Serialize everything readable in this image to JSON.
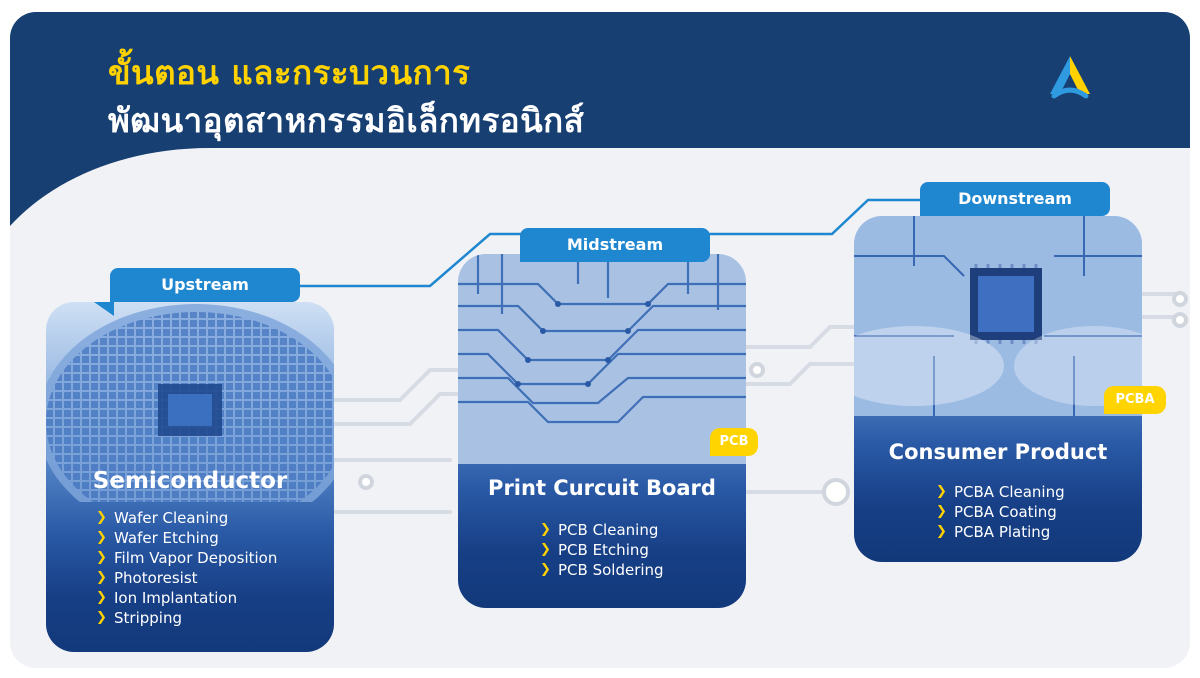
{
  "header": {
    "title_line1": "ขั้นตอน และกระบวนการ",
    "title_line2": "พัฒนาอุตสาหกรรมอิเล็กทรอนิกส์",
    "logo_icon": "a-triangle-logo-icon"
  },
  "colors": {
    "navy": "#173f72",
    "yellow": "#ffd200",
    "tab_blue": "#1f86d0",
    "background": "#f1f2f6"
  },
  "stages": [
    {
      "tab": "Upstream",
      "title": "Semiconductor",
      "badge": "",
      "items": [
        "Wafer Cleaning",
        "Wafer Etching",
        "Film Vapor Deposition",
        "Photoresist",
        "Ion Implantation",
        "Stripping"
      ]
    },
    {
      "tab": "Midstream",
      "title": "Print Curcuit Board",
      "badge": "PCB",
      "items": [
        "PCB Cleaning",
        "PCB Etching",
        "PCB Soldering"
      ]
    },
    {
      "tab": "Downstream",
      "title": "Consumer Product",
      "badge": "PCBA",
      "items": [
        "PCBA Cleaning",
        "PCBA Coating",
        "PCBA Plating"
      ]
    }
  ]
}
